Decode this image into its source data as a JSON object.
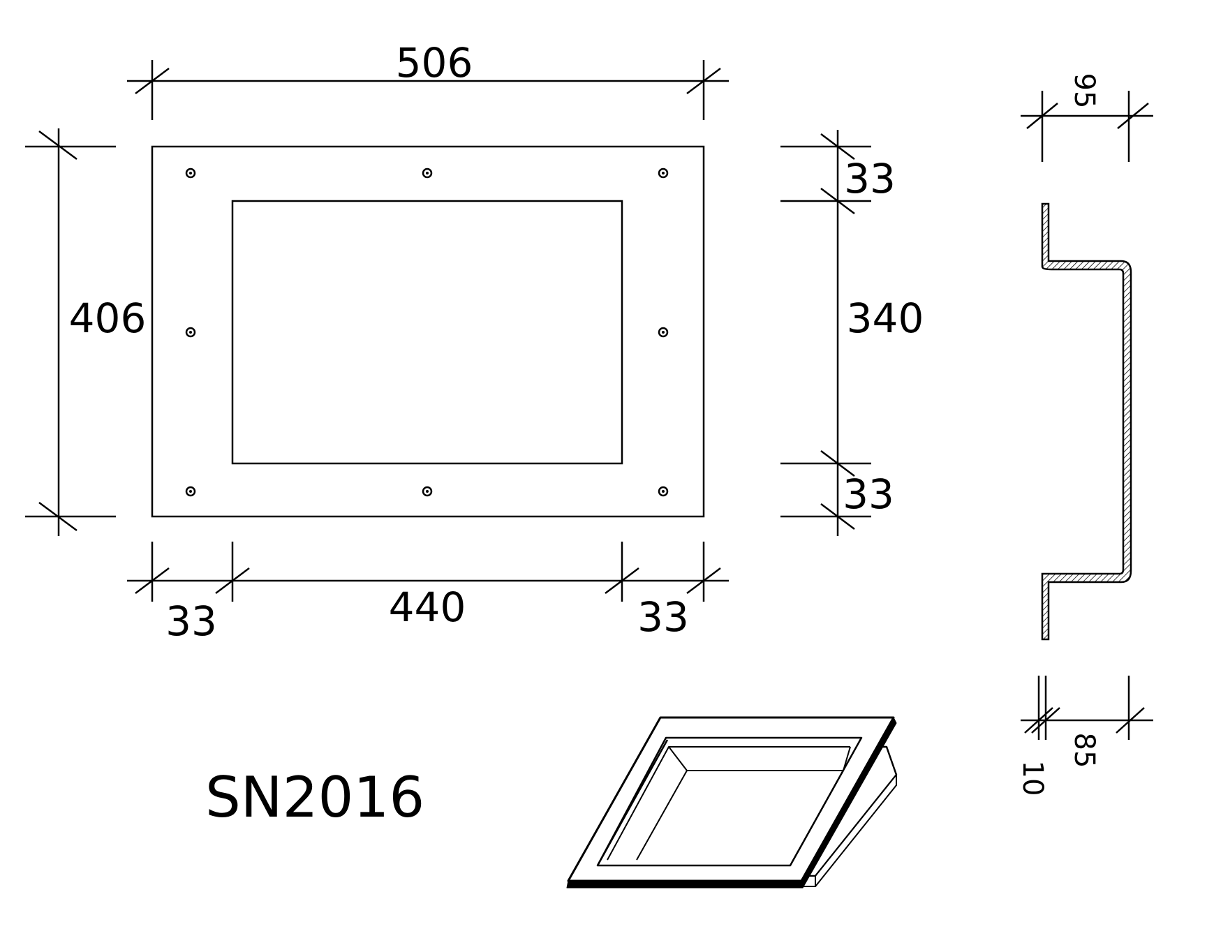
{
  "model": "SN2016",
  "front_view": {
    "overall_width": "506",
    "overall_height": "406",
    "border_top": "33",
    "opening_height": "340",
    "border_bottom": "33",
    "border_left": "33",
    "opening_width": "440",
    "border_right": "33"
  },
  "section_view": {
    "depth_top": "95",
    "depth_bottom": "85",
    "thickness": "10"
  }
}
